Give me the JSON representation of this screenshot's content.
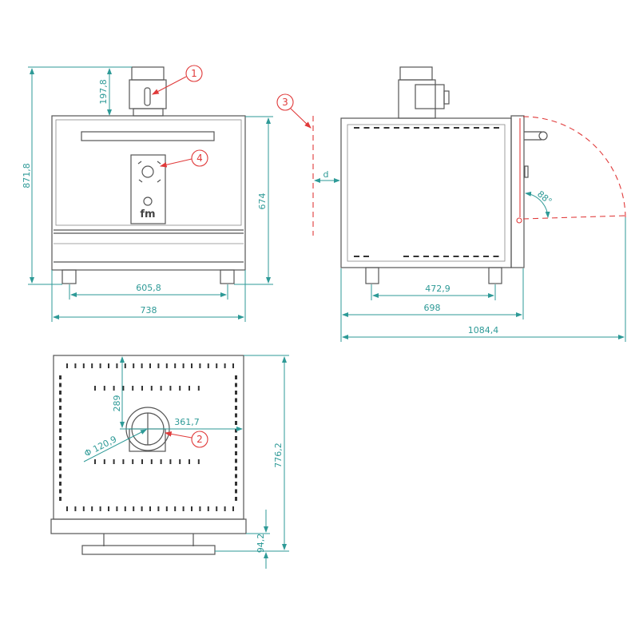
{
  "colors": {
    "dimension": "#2e9a97",
    "callout": "#e03a3a",
    "outline": "#555555"
  },
  "front_view": {
    "dims": {
      "total_height": "871,8",
      "chimney_height": "197,8",
      "body_height": "674",
      "feet_spacing": "605,8",
      "width": "738"
    },
    "logo": "fm"
  },
  "side_view": {
    "dims": {
      "clearance": "d",
      "door_angle": "88°",
      "feet_spacing": "472,9",
      "depth": "698",
      "depth_door_open": "1084,4"
    }
  },
  "top_view": {
    "dims": {
      "flue_offset_front": "289",
      "flue_offset_side": "361,7",
      "flue_diameter": "Φ 120,9",
      "depth": "776,2",
      "front_projection": "94,2"
    }
  },
  "callouts": [
    {
      "number": "1"
    },
    {
      "number": "2"
    },
    {
      "number": "3"
    },
    {
      "number": "4"
    }
  ]
}
